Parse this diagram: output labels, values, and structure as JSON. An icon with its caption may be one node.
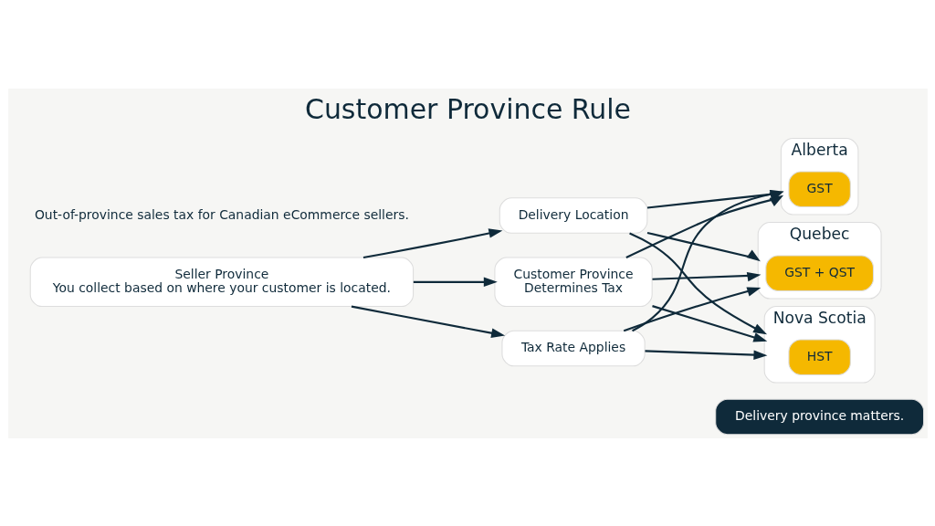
{
  "diagram": {
    "title": "Customer Province Rule",
    "nodes": [
      {
        "text": [
          "Seller Province",
          "You collect based on where your customer is located."
        ]
      },
      {
        "text": [
          "Customer Province",
          "Determines Tax"
        ]
      },
      {
        "text": [
          "Delivery Location"
        ]
      },
      {
        "text": [
          "Tax Rate Applies"
        ]
      },
      {
        "text": [
          "Alberta"
        ]
      },
      {
        "text": [
          "GST"
        ],
        "in": 4
      },
      {
        "text": [
          "Quebec"
        ]
      },
      {
        "text": [
          "GST + QST"
        ],
        "in": 6
      },
      {
        "text": [
          "Nova Scotia"
        ]
      },
      {
        "text": [
          "HST"
        ],
        "in": 8
      },
      {
        "text": [
          "Delivery province matters."
        ]
      }
    ],
    "edges": [
      {
        "from": 0,
        "to": 1,
        "arrow": "to"
      },
      {
        "from": 0,
        "to": 2,
        "arrow": "to"
      },
      {
        "from": 0,
        "to": 3,
        "arrow": "to"
      },
      {
        "from": 1,
        "to": 4,
        "arrow": "to"
      },
      {
        "from": 1,
        "to": 6,
        "arrow": "to"
      },
      {
        "from": 1,
        "to": 8,
        "arrow": "to"
      },
      {
        "from": 2,
        "to": 4,
        "arrow": "to"
      },
      {
        "from": 2,
        "to": 6,
        "arrow": "to"
      },
      {
        "from": 2,
        "to": 8,
        "arrow": "to"
      },
      {
        "from": 3,
        "to": 4,
        "arrow": "to"
      },
      {
        "from": 3,
        "to": 6,
        "arrow": "to"
      },
      {
        "from": 3,
        "to": 8,
        "arrow": "to"
      }
    ],
    "labels": [
      "Out-of-province sales tax for Canadian eCommerce sellers."
    ]
  }
}
